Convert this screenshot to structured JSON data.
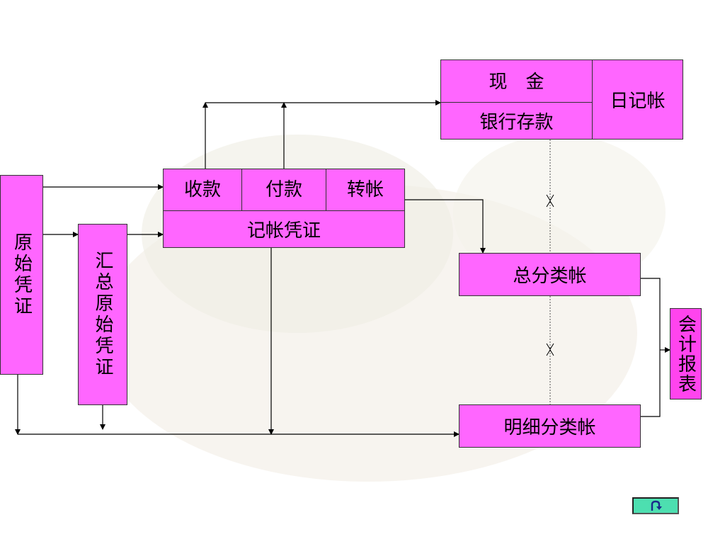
{
  "nodes": {
    "original_vouchers": "原始凭证",
    "summary_vouchers": "汇总原始凭证",
    "receipt": "收款",
    "payment": "付款",
    "transfer": "转帐",
    "bookkeeping_voucher": "记帐凭证",
    "cash": "现　金",
    "bank_deposit": "银行存款",
    "journal": "日记帐",
    "general_ledger": "总分类帐",
    "subsidiary_ledger": "明细分类帐",
    "financial_reports": "会计报表"
  },
  "colors": {
    "box_fill": "#ff66ff",
    "line": "#000000",
    "button": "#4ddfb0"
  },
  "icons": {
    "return": "return-arrow-icon"
  }
}
